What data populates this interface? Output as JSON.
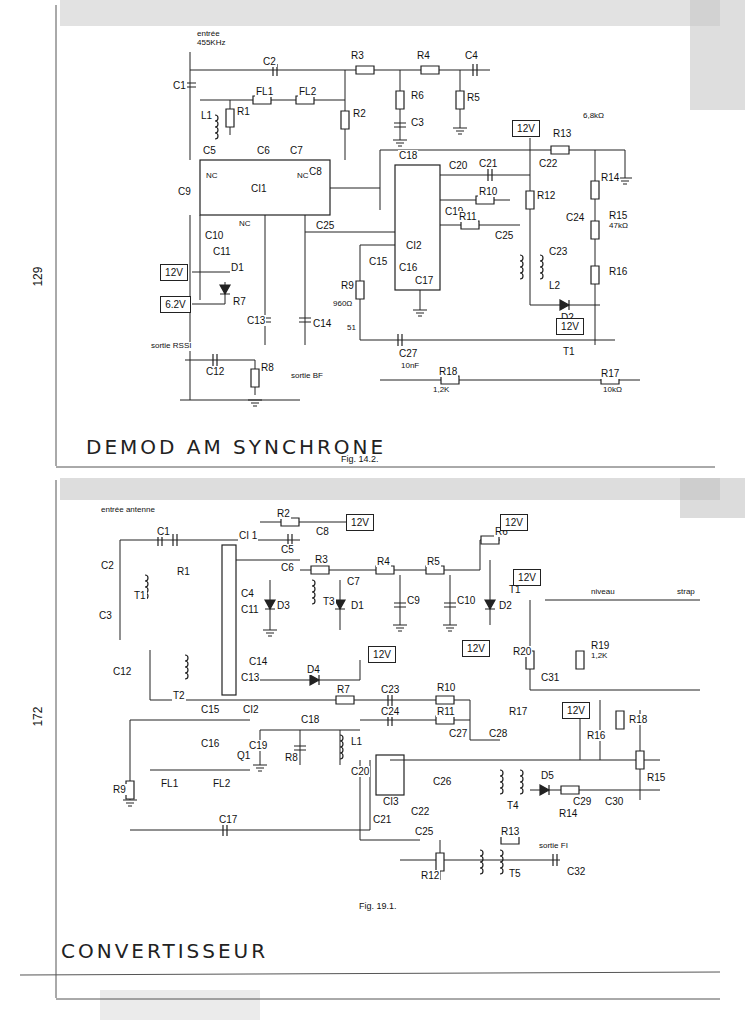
{
  "diagram": {
    "nodes": [
      {
        "text": [
          "12V"
        ]
      },
      {
        "text": [
          "12V"
        ]
      },
      {
        "text": [
          "6.2V"
        ]
      },
      {
        "text": [
          "12V"
        ]
      },
      {
        "text": [
          "12V"
        ]
      },
      {
        "text": [
          "12V"
        ]
      },
      {
        "text": [
          "12V"
        ]
      },
      {
        "text": [
          "12V"
        ]
      },
      {
        "text": [
          "12V"
        ]
      },
      {
        "text": [
          "12V"
        ]
      }
    ],
    "labels": [
      "129",
      "entrée 455KHz",
      "C1",
      "C2",
      "R3",
      "R4",
      "C4",
      "L1",
      "R1",
      "FL1",
      "FL2",
      "R2",
      "R6",
      "R5",
      "C3",
      "C5",
      "C6",
      "C7",
      "C8",
      "C9",
      "NC",
      "CI1",
      "NC",
      "NC",
      "C25",
      "C10",
      "C11",
      "D1",
      "R7",
      "C13",
      "C14",
      "sortie RSSI",
      "C12",
      "R8",
      "sortie BF",
      "DEMOD AM SYNCHRONE",
      "Fig. 14.2.",
      "R13",
      "6,8kΩ",
      "C21",
      "C18",
      "C20",
      "C22",
      "R10",
      "C19",
      "R14",
      "R12",
      "R11",
      "C25",
      "CI2",
      "C24",
      "R15",
      "47kΩ",
      "C23",
      "C15",
      "C16",
      "C17",
      "L2",
      "R16",
      "R9",
      "960Ω",
      "D2",
      "T1",
      "51",
      "C27",
      "10nF",
      "R18",
      "1,2K",
      "R17",
      "10kΩ",
      "172",
      "entrée antenne",
      "C1",
      "R2",
      "C8",
      "C2",
      "T1",
      "R1",
      "CI 1",
      "C5",
      "C6",
      "R3",
      "R4",
      "R5",
      "R6",
      "C4",
      "C7",
      "C11",
      "D3",
      "T3",
      "D1",
      "C9",
      "C10",
      "D2",
      "C3",
      "T1",
      "niveau",
      "strap",
      "C12",
      "T2",
      "C13",
      "C14",
      "D4",
      "R20",
      "R19",
      "1,2K",
      "C31",
      "C15",
      "CI2",
      "R7",
      "C23",
      "R10",
      "C24",
      "R11",
      "C27",
      "C28",
      "R17",
      "R16",
      "R18",
      "C16",
      "C19",
      "C18",
      "Q1",
      "R8",
      "L1",
      "C20",
      "FL1",
      "FL2",
      "R9",
      "CI3",
      "C26",
      "T4",
      "D5",
      "C29",
      "C30",
      "R15",
      "C22",
      "C21",
      "C17",
      "R14",
      "C25",
      "R13",
      "R12",
      "T5",
      "sortie FI",
      "C32",
      "Fig. 19.1.",
      "CONVERTISSEUR"
    ]
  }
}
